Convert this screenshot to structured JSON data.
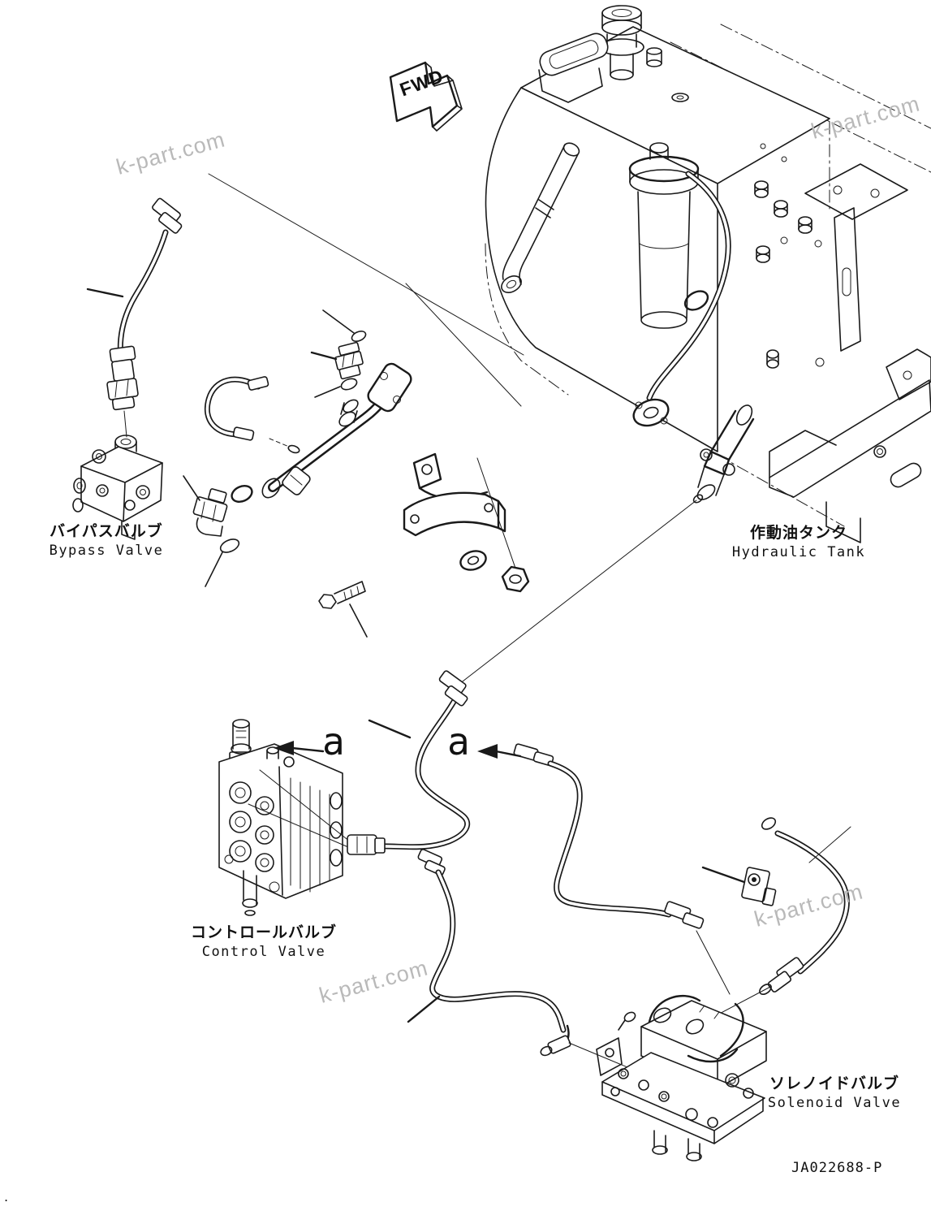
{
  "document": {
    "type": "exploded-parts-diagram",
    "drawing_number": "JA022688-P",
    "background_color": "#ffffff",
    "line_color": "#1a1a1a",
    "corner_mark": ".",
    "watermark": {
      "text": "k-part.com",
      "color": "#b9b9b9",
      "count": 4
    }
  },
  "direction_marker": {
    "label": "FWD"
  },
  "view_markers": [
    {
      "id": "a1",
      "label": "a"
    },
    {
      "id": "a2",
      "label": "a"
    }
  ],
  "part_labels": {
    "bypass_valve": {
      "jp": "バイパスバルブ",
      "en": "Bypass Valve"
    },
    "hydraulic_tank": {
      "jp": "作動油タンク",
      "en": "Hydraulic Tank"
    },
    "control_valve": {
      "jp": "コントロールバルブ",
      "en": "Control Valve"
    },
    "solenoid_valve": {
      "jp": "ソレノイドバルブ",
      "en": "Solenoid Valve"
    }
  }
}
